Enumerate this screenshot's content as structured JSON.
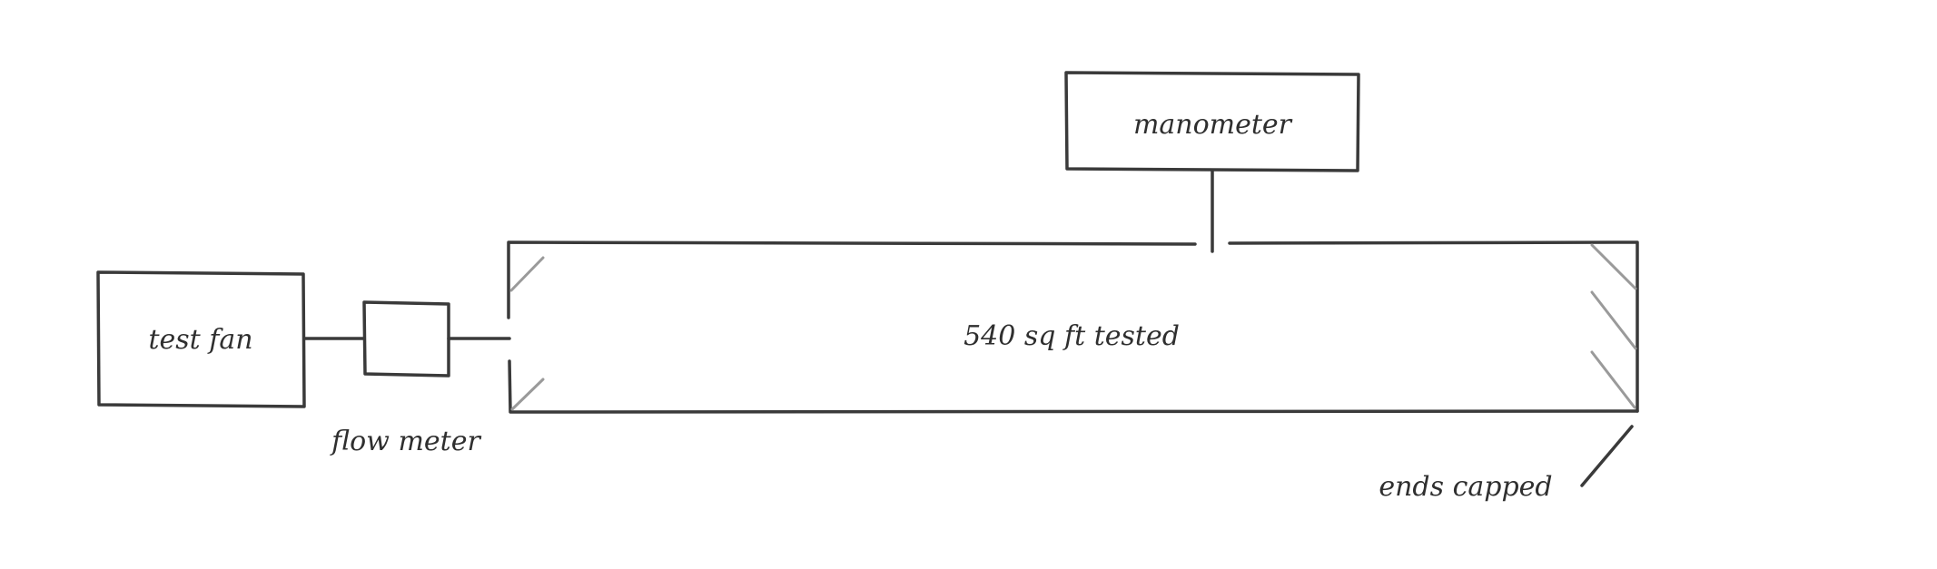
{
  "diagram": {
    "labels": {
      "test_fan": "test fan",
      "flow_meter": "flow meter",
      "manometer": "manometer",
      "duct_area": "540 sq ft tested",
      "ends_capped": "ends capped"
    }
  }
}
